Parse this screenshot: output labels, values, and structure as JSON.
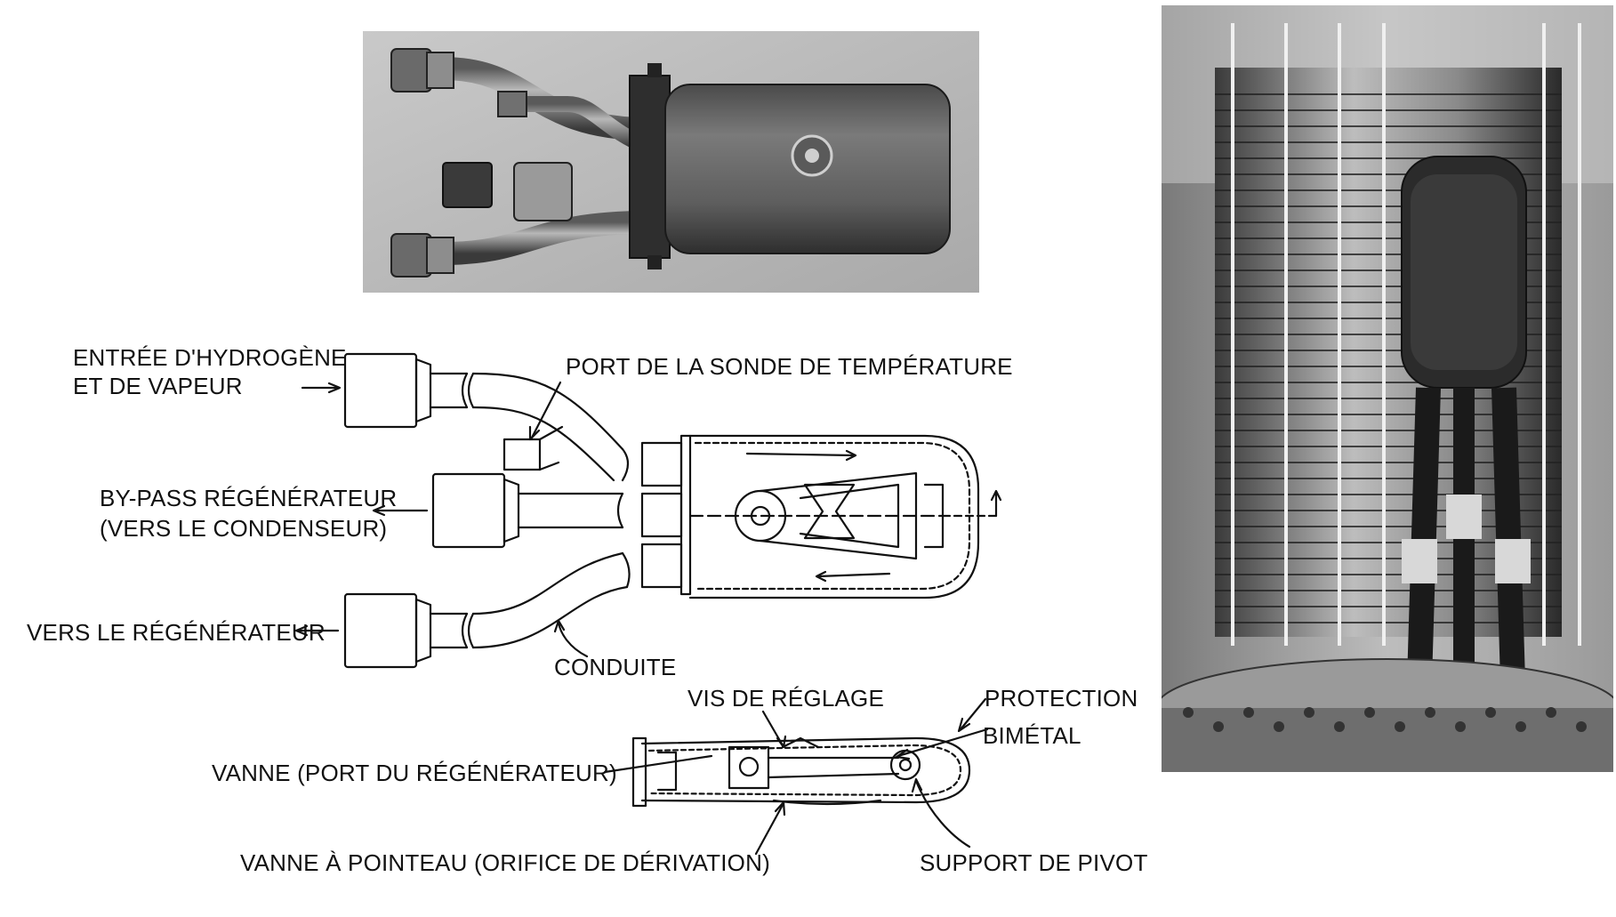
{
  "labels": {
    "inlet_line1": "ENTRÉE D'HYDROGÈNE",
    "inlet_line2": "ET DE VAPEUR",
    "temp_probe_port": "PORT DE LA SONDE DE TEMPÉRATURE",
    "bypass_line1": "BY-PASS RÉGÉNÉRATEUR",
    "bypass_line2": "(VERS LE CONDENSEUR)",
    "to_regenerator": "VERS LE RÉGÉNÉRATEUR",
    "conduit": "CONDUITE",
    "adjust_screw": "VIS DE RÉGLAGE",
    "protection": "PROTECTION",
    "bimetal": "BIMÉTAL",
    "valve_regen_port": "VANNE (PORT DU RÉGÉNÉRATEUR)",
    "needle_valve": "VANNE À POINTEAU (ORIFICE DE DÉRIVATION)",
    "pivot_support": "SUPPORT DE PIVOT"
  },
  "photos": {
    "top": "valve-assembly-photo",
    "right": "regenerator-stack-photo"
  }
}
